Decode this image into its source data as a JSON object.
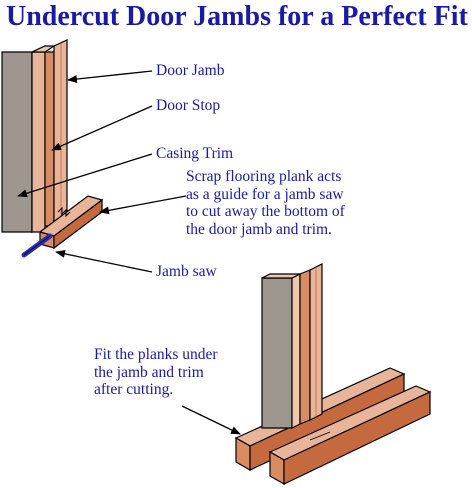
{
  "title": "Undercut Door Jambs for a Perfect Fit",
  "labels": {
    "door_jamb": "Door Jamb",
    "door_stop": "Door Stop",
    "casing_trim": "Casing Trim",
    "jamb_saw": "Jamb saw"
  },
  "notes": {
    "scrap_plank": "Scrap flooring plank acts\nas a guide for a jamb saw\nto cut away the bottom of\nthe door jamb and trim.",
    "fit_planks": "Fit the planks under\nthe jamb and trim\nafter cutting."
  },
  "colors": {
    "text": "#1a1aa6",
    "jamb_gray": "#9e978f",
    "wood_light": "#e8b49a",
    "wood_mid": "#d98c64",
    "wood_dark": "#c46a3e",
    "saw_blade": "#2b2bb0",
    "outline": "#000000"
  }
}
